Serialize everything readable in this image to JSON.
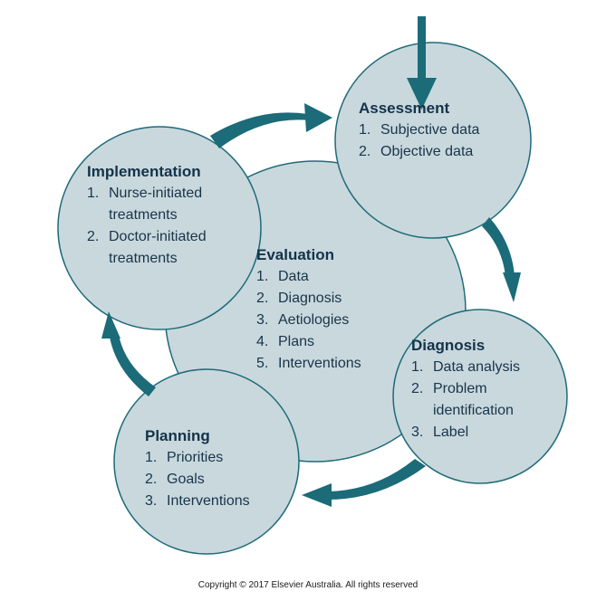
{
  "colors": {
    "circle_fill": "#c9d8dd",
    "circle_stroke": "#1f6b78",
    "arrow": "#1b6b79",
    "text": "#17354a"
  },
  "evaluation": {
    "title": "Evaluation",
    "items": [
      {
        "num": "1.",
        "text": "Data"
      },
      {
        "num": "2.",
        "text": "Diagnosis"
      },
      {
        "num": "3.",
        "text": "Aetiologies"
      },
      {
        "num": "4.",
        "text": "Plans"
      },
      {
        "num": "5.",
        "text": "Interventions"
      }
    ]
  },
  "assessment": {
    "title": "Assessment",
    "items": [
      {
        "num": "1.",
        "text": "Subjective data"
      },
      {
        "num": "2.",
        "text": "Objective data"
      }
    ]
  },
  "implementation": {
    "title": "Implementation",
    "items": [
      {
        "num": "1.",
        "text": "Nurse-initiated treatments"
      },
      {
        "num": "2.",
        "text": "Doctor-initiated treatments"
      }
    ]
  },
  "diagnosis": {
    "title": "Diagnosis",
    "items": [
      {
        "num": "1.",
        "text": "Data analysis"
      },
      {
        "num": "2.",
        "text": "Problem identification"
      },
      {
        "num": "3.",
        "text": "Label"
      }
    ]
  },
  "planning": {
    "title": "Planning",
    "items": [
      {
        "num": "1.",
        "text": "Priorities"
      },
      {
        "num": "2.",
        "text": "Goals"
      },
      {
        "num": "3.",
        "text": "Interventions"
      }
    ]
  },
  "copyright": "Copyright © 2017 Elsevier Australia. All rights reserved"
}
